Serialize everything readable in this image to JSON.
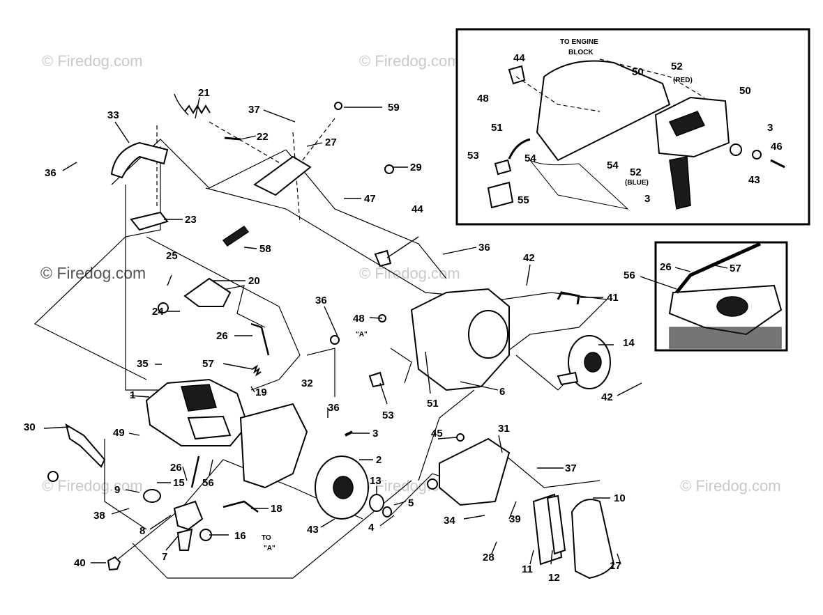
{
  "watermark": "© Firedog.com",
  "notes": {
    "to_engine_block": "TO ENGINE",
    "to_engine_block_2": "BLOCK",
    "red": "(RED)",
    "blue": "(BLUE)",
    "to_a": "TO",
    "to_a_2": "\"A\"",
    "ref_a": "\"A\""
  },
  "inset_labels": [
    "44",
    "50",
    "52",
    "48",
    "51",
    "53",
    "54",
    "54",
    "52",
    "55",
    "50",
    "3",
    "46",
    "43",
    "3"
  ],
  "detail_labels": [
    "26",
    "57",
    "56"
  ],
  "labels": [
    "21",
    "37",
    "59",
    "33",
    "22",
    "27",
    "29",
    "36",
    "47",
    "23",
    "58",
    "44",
    "36",
    "42",
    "25",
    "20",
    "41",
    "24",
    "36",
    "48",
    "26",
    "14",
    "35",
    "57",
    "32",
    "6",
    "1",
    "19",
    "53",
    "51",
    "42",
    "36",
    "3",
    "45",
    "31",
    "30",
    "49",
    "2",
    "37",
    "13",
    "10",
    "26",
    "15",
    "56",
    "5",
    "9",
    "39",
    "34",
    "38",
    "18",
    "4",
    "16",
    "43",
    "7",
    "8",
    "28",
    "11",
    "12",
    "17",
    "40"
  ]
}
